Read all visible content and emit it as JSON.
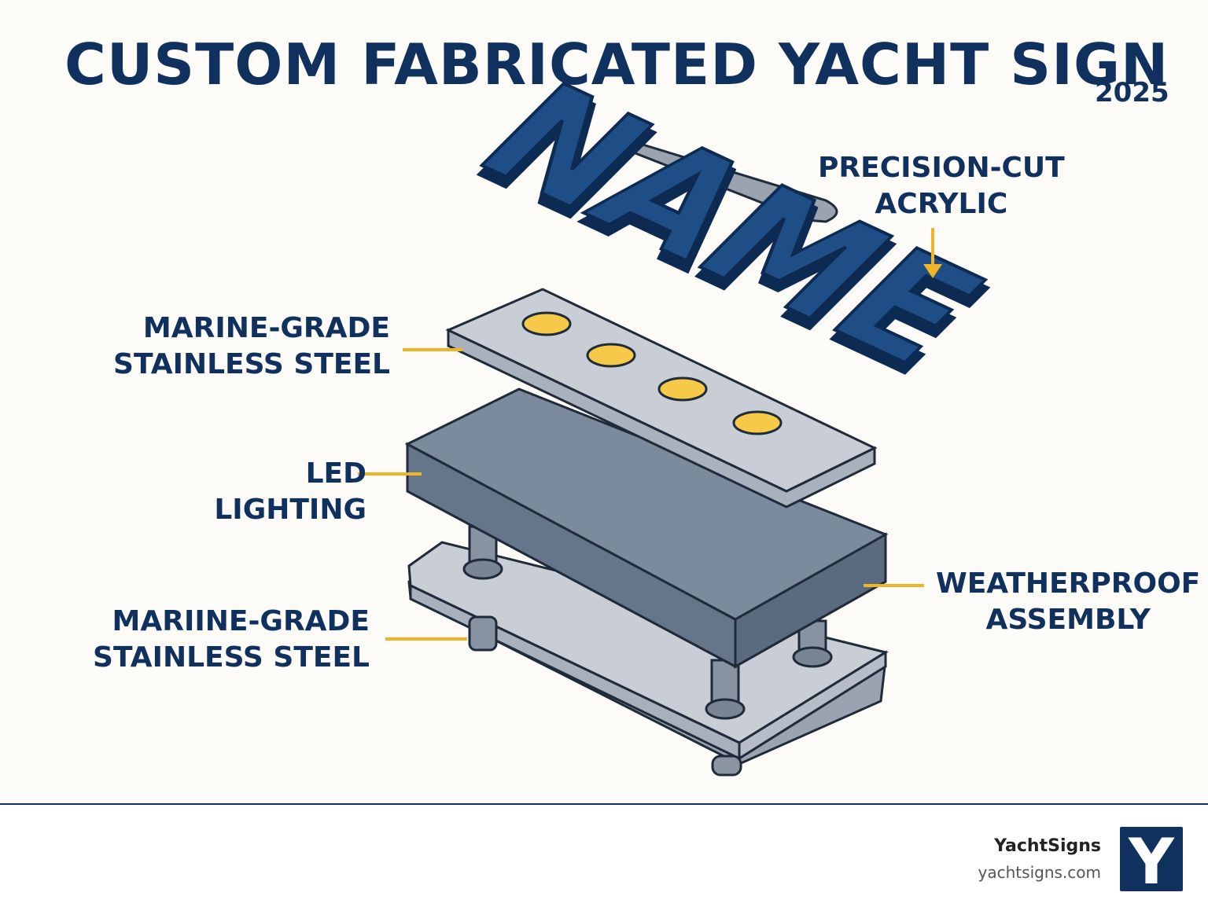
{
  "header": {
    "title": "CUSTOM FABRICATED YACHT SIGN",
    "year": "2025"
  },
  "sign": {
    "letters": "NAME"
  },
  "labels": {
    "acrylic": [
      "PRECISION-CUT",
      "ACRYLIC"
    ],
    "steel_top": [
      "MARINE-GRADE",
      "STAINLESS STEEL"
    ],
    "led": [
      "LED",
      "LIGHTING"
    ],
    "steel_bottom": [
      "MARIINE-GRADE",
      "STAINLESS STEEL"
    ],
    "weatherproof": [
      "WEATHERPROOF",
      "ASSEMBLY"
    ]
  },
  "footer": {
    "brand": "YachtSigns",
    "url": "yachtsigns.com",
    "logo_letter": "Y"
  },
  "colors": {
    "navy": "#10305e",
    "accent": "#f0b429",
    "led": "#f7c948",
    "steel": "#c5cbd3",
    "housing": "#66768a"
  }
}
